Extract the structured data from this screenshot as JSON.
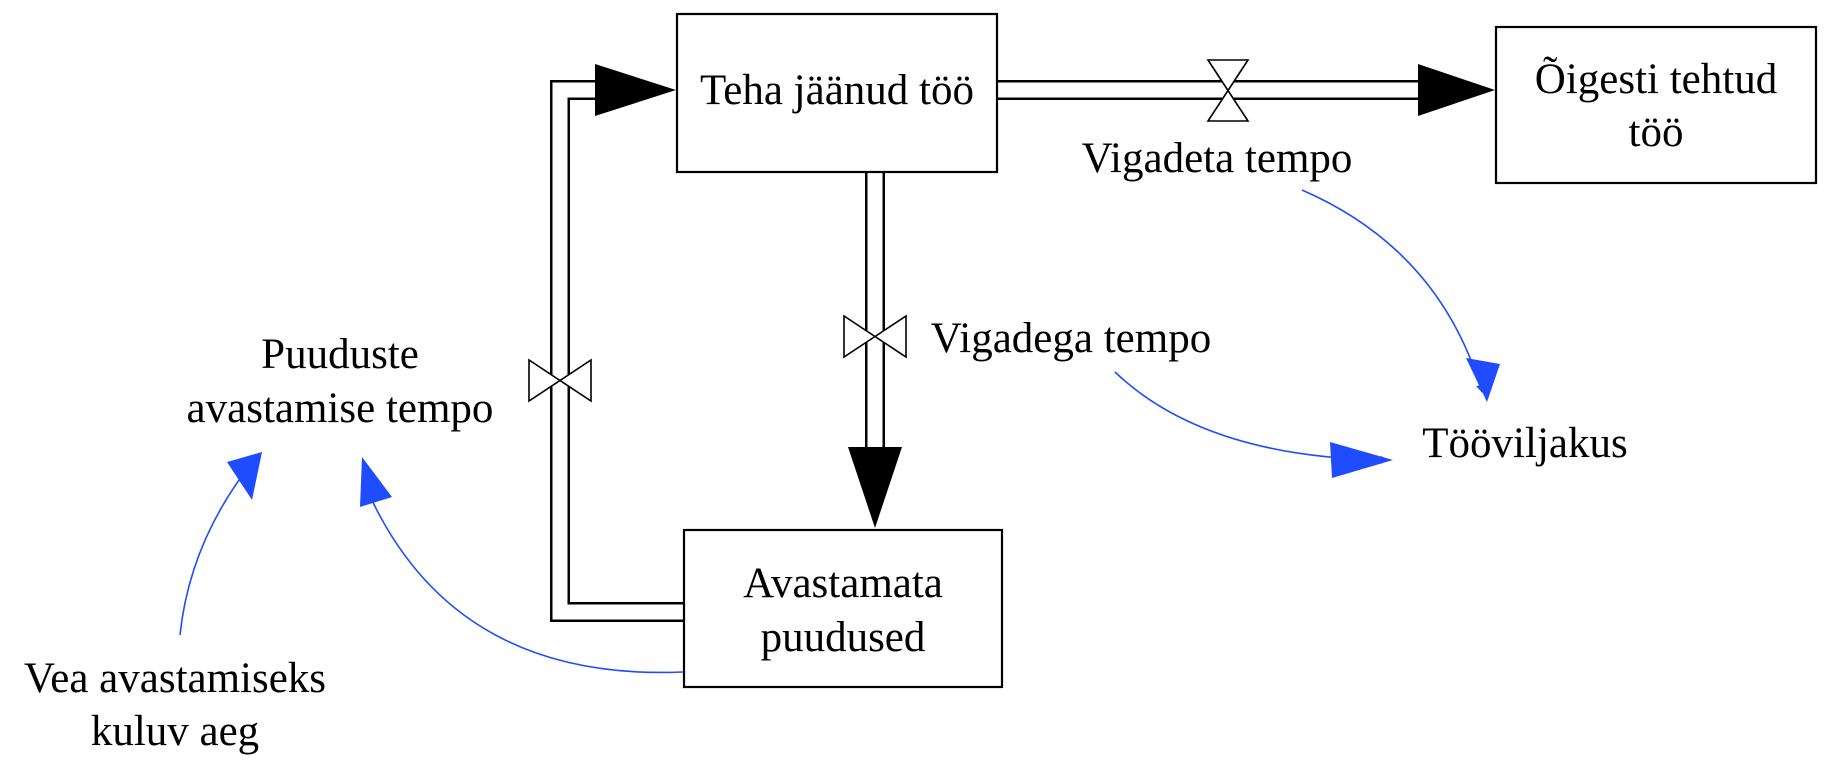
{
  "colors": {
    "line": "#000000",
    "background": "#ffffff",
    "link": "#1f4cff"
  },
  "stocks": {
    "remaining_work": {
      "label": [
        "Teha jäänud töö"
      ]
    },
    "correct_work": {
      "label": [
        "Õigesti tehtud",
        "töö"
      ]
    },
    "undiscovered_defects": {
      "label": [
        "Avastamata",
        "puudused"
      ]
    }
  },
  "flows": {
    "error_free_rate": {
      "label": [
        "Vigadeta tempo"
      ]
    },
    "defect_rate": {
      "label": [
        "Vigadega tempo"
      ]
    },
    "discovery_rate": {
      "label": [
        "Puuduste",
        "avastamise tempo"
      ]
    }
  },
  "auxiliaries": {
    "productivity": {
      "label": [
        "Tööviljakus"
      ]
    },
    "discovery_time": {
      "label": [
        "Vea avastamiseks",
        "kuluv aeg"
      ]
    }
  }
}
